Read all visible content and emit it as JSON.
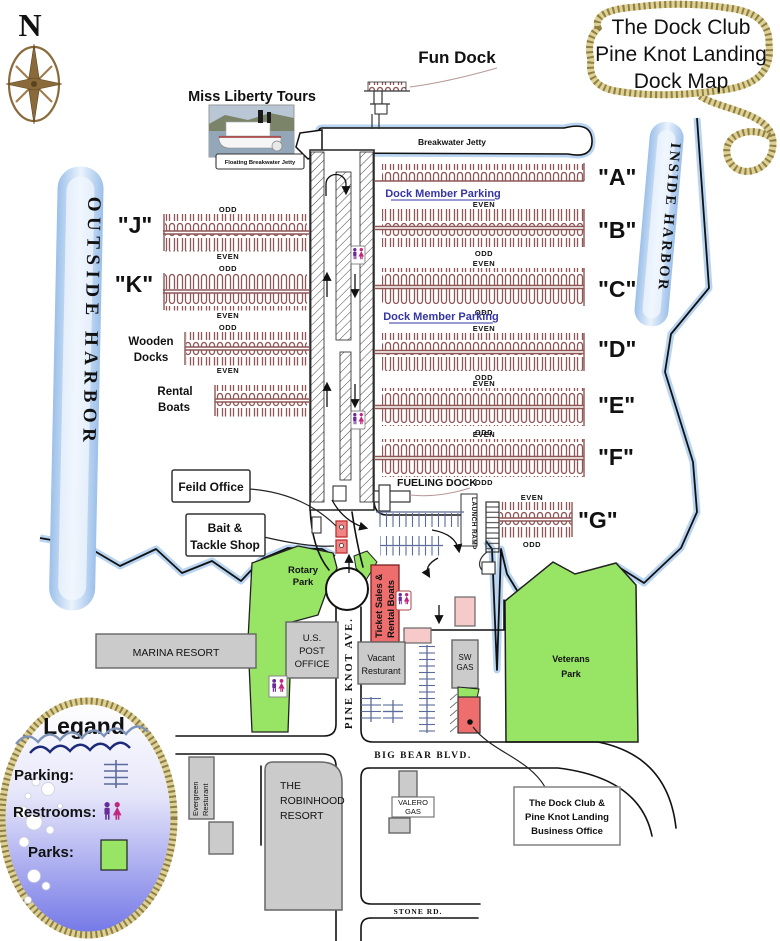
{
  "title": {
    "line1": "The Dock Club",
    "line2": "Pine Knot Landing",
    "line3": "Dock Map"
  },
  "compass": {
    "north": "N"
  },
  "harbor": {
    "outside": "OUTSIDE HARBOR",
    "inside": "INSIDE HARBOR"
  },
  "landmarks": {
    "fun_dock": "Fun Dock",
    "miss_liberty": "Miss Liberty Tours",
    "floating_jetty": "Floating Breakwater Jetty",
    "breakwater_jetty": "Breakwater Jetty",
    "fueling_dock": "FUELING DOCK",
    "launch_ramp": "LAUNCH RAMP"
  },
  "member_parking": {
    "label": "Dock Member Parking"
  },
  "docks": {
    "a": "\"A\"",
    "b": "\"B\"",
    "c": "\"C\"",
    "d": "\"D\"",
    "e": "\"E\"",
    "f": "\"F\"",
    "g": "\"G\"",
    "j": "\"J\"",
    "k": "\"K\"",
    "even": "EVEN",
    "odd": "ODD",
    "wooden_line1": "Wooden",
    "wooden_line2": "Docks",
    "rental_line1": "Rental",
    "rental_line2": "Boats"
  },
  "callouts": {
    "field_office": "Feild Office",
    "bait_line1": "Bait &",
    "bait_line2": "Tackle Shop",
    "office_line1": "The Dock Club &",
    "office_line2": "Pine Knot Landing",
    "office_line3": "Business Office"
  },
  "places": {
    "rotary_line1": "Rotary",
    "rotary_line2": "Park",
    "marina_resort": "MARINA RESORT",
    "post_line1": "U.S.",
    "post_line2": "POST",
    "post_line3": "OFFICE",
    "ticket_line1": "Ticket Sales &",
    "ticket_line2": "Rental Boats",
    "vacant_line1": "Vacant",
    "vacant_line2": "Resturant",
    "sw_line1": "SW",
    "sw_line2": "GAS",
    "veterans_line1": "Veterans",
    "veterans_line2": "Park",
    "evergreen_line1": "Evergreen",
    "evergreen_line2": "Resturant",
    "robinhood_line1": "THE",
    "robinhood_line2": "ROBINHOOD",
    "robinhood_line3": "RESORT",
    "valero_line1": "VALERO",
    "valero_line2": "GAS"
  },
  "streets": {
    "pine_knot": "PINE KNOT AVE.",
    "big_bear": "BIG BEAR BLVD.",
    "stone": "STONE RD."
  },
  "legend": {
    "title": "Legand",
    "parking": "Parking:",
    "restrooms": "Restrooms:",
    "parks": "Parks:"
  },
  "colors": {
    "dock_comb": "#8f5656",
    "park_green": "#98e465",
    "water_blue": "#b5d2ef",
    "building_gray": "#cbcbcb",
    "red_building": "#ee6e6e",
    "pink_building": "#f7caca",
    "rope_tan": "#ded194",
    "navy_text": "#1c2a78",
    "member_parking_blue": "#3535a5",
    "parking_tick": "#5b6b9b",
    "restroom_purple": "#6a2a9a",
    "restroom_magenta": "#c02880"
  }
}
